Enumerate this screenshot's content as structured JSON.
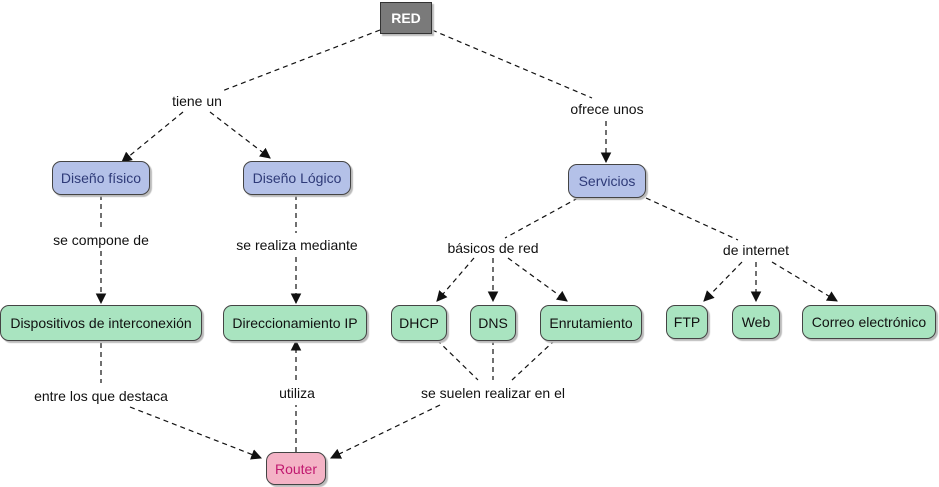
{
  "nodes": {
    "red": "RED",
    "diseno_fisico": "Diseño físico",
    "diseno_logico": "Diseño Lógico",
    "servicios": "Servicios",
    "dispositivos": "Dispositivos de interconexión",
    "direccionamiento": "Direccionamiento IP",
    "dhcp": "DHCP",
    "dns": "DNS",
    "enrutamiento": "Enrutamiento",
    "ftp": "FTP",
    "web": "Web",
    "correo": "Correo electrónico",
    "router": "Router"
  },
  "links": {
    "tiene_un": "tiene un",
    "ofrece_unos": "ofrece unos",
    "se_compone_de": "se compone de",
    "se_realiza_mediante": "se realiza mediante",
    "basicos_de_red": "básicos de red",
    "de_internet": "de internet",
    "entre_los_que_destaca": "entre los que destaca",
    "utiliza": "utiliza",
    "se_suelen_realizar": "se suelen realizar en el"
  },
  "colors": {
    "concept_blue": "#b4c1e8",
    "concept_green": "#a9e4c0",
    "concept_pink": "#f4b3c6",
    "root_gray": "#7a7a7a"
  }
}
